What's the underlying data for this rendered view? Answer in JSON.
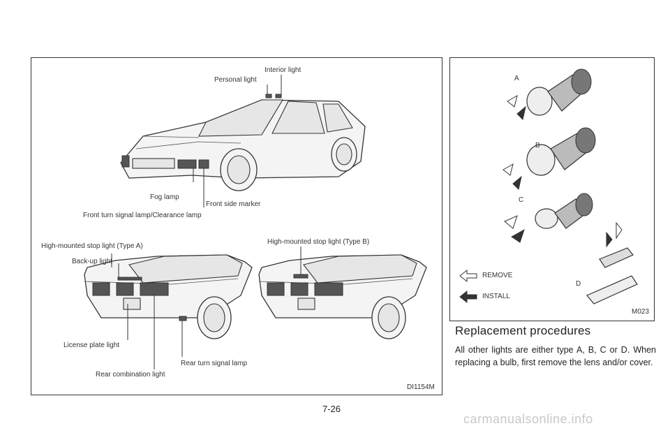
{
  "figure_left": {
    "labels": {
      "interior_light": "Interior light",
      "personal_light": "Personal light",
      "fog_lamp": "Fog lamp",
      "front_side_marker": "Front side marker",
      "front_turn_signal": "Front turn signal lamp/Clearance lamp",
      "hm_stop_a": "High-mounted stop light (Type A)",
      "hm_stop_b": "High-mounted stop light (Type B)",
      "back_up": "Back-up light",
      "license_plate": "License plate light",
      "rear_turn_signal": "Rear turn signal lamp",
      "rear_combination": "Rear combination light"
    },
    "code": "DI1154M"
  },
  "figure_right": {
    "labels": {
      "type_a": "A",
      "type_b": "B",
      "type_c": "C",
      "type_d": "D",
      "remove": "REMOVE",
      "install": "INSTALL"
    },
    "code": "M023"
  },
  "section": {
    "heading": "Replacement procedures",
    "body": "All other lights are either type A, B, C or D. When replacing a bulb, first remove the lens and/or cover."
  },
  "page_number": "7-26",
  "watermark": "carmanualsonline.info"
}
